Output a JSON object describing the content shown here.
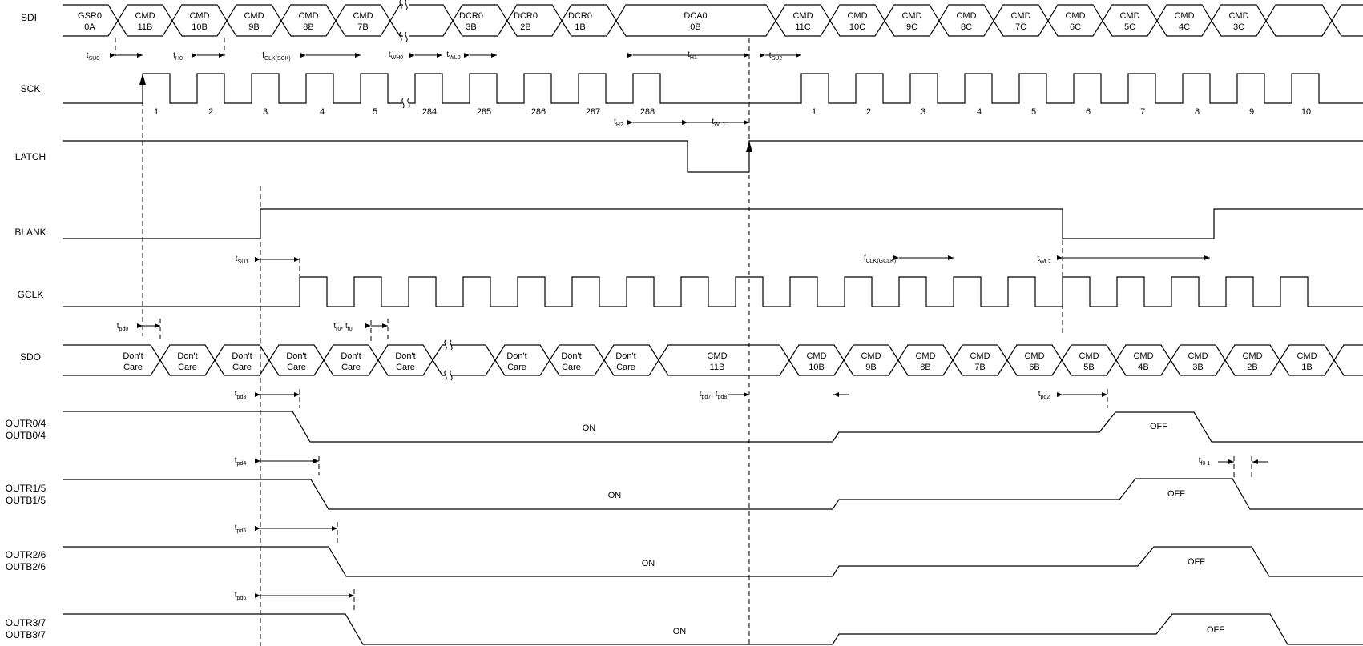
{
  "signals": [
    "SDI",
    "SCK",
    "LATCH",
    "BLANK",
    "GCLK",
    "SDO",
    "OUTR0/4",
    "OUTB0/4",
    "OUTR1/5",
    "OUTB1/5",
    "OUTR2/6",
    "OUTB2/6",
    "OUTR3/7",
    "OUTB3/7"
  ],
  "sdi_cells": [
    [
      "GSR0",
      "0A"
    ],
    [
      "CMD",
      "11B"
    ],
    [
      "CMD",
      "10B"
    ],
    [
      "CMD",
      "9B"
    ],
    [
      "CMD",
      "8B"
    ],
    [
      "CMD",
      "7B"
    ],
    [
      "DCR0",
      "3B"
    ],
    [
      "DCR0",
      "2B"
    ],
    [
      "DCR0",
      "1B"
    ],
    [
      "DCA0",
      "0B"
    ],
    [
      "CMD",
      "11C"
    ],
    [
      "CMD",
      "10C"
    ],
    [
      "CMD",
      "9C"
    ],
    [
      "CMD",
      "8C"
    ],
    [
      "CMD",
      "7C"
    ],
    [
      "CMD",
      "6C"
    ],
    [
      "CMD",
      "5C"
    ],
    [
      "CMD",
      "4C"
    ],
    [
      "CMD",
      "3C"
    ]
  ],
  "sck_labels_first": [
    "1",
    "2",
    "3",
    "4",
    "5",
    "284",
    "285",
    "286",
    "287",
    "288"
  ],
  "sck_labels_second": [
    "1",
    "2",
    "3",
    "4",
    "5",
    "6",
    "7",
    "8",
    "9",
    "10"
  ],
  "sdo_cells": [
    [
      "Don't",
      "Care"
    ],
    [
      "Don't",
      "Care"
    ],
    [
      "Don't",
      "Care"
    ],
    [
      "Don't",
      "Care"
    ],
    [
      "Don't",
      "Care"
    ],
    [
      "Don't",
      "Care"
    ],
    [
      "Don't",
      "Care"
    ],
    [
      "Don't",
      "Care"
    ],
    [
      "Don't",
      "Care"
    ],
    [
      "CMD",
      "11B"
    ],
    [
      "CMD",
      "10B"
    ],
    [
      "CMD",
      "9B"
    ],
    [
      "CMD",
      "8B"
    ],
    [
      "CMD",
      "7B"
    ],
    [
      "CMD",
      "6B"
    ],
    [
      "CMD",
      "5B"
    ],
    [
      "CMD",
      "4B"
    ],
    [
      "CMD",
      "3B"
    ],
    [
      "CMD",
      "2B"
    ],
    [
      "CMD",
      "1B"
    ]
  ],
  "timing": {
    "tsu0": [
      "t",
      "SU0"
    ],
    "th0": [
      "t",
      "H0"
    ],
    "fclk_sck": [
      "f",
      "CLK(SCK)"
    ],
    "twh0": [
      "t",
      "WH0"
    ],
    "twl0": [
      "t",
      "WL0"
    ],
    "th1": [
      "t",
      "H1"
    ],
    "tsu2": [
      "t",
      "SU2"
    ],
    "th2": [
      "t",
      "H2"
    ],
    "twl1": [
      "t",
      "WL1"
    ],
    "tsu1": [
      "t",
      "SU1"
    ],
    "fclk_gclk": [
      "f",
      "CLK(GCLK)"
    ],
    "twl2": [
      "t",
      "WL2"
    ],
    "tpd0": [
      "t",
      "pd0"
    ],
    "tr_tf": [
      "t",
      "r0",
      ", t",
      "f0"
    ],
    "tpd3": [
      "t",
      "pd3"
    ],
    "tpd7_8": [
      "t",
      "pd7",
      ", t",
      "pd8"
    ],
    "tpd2": [
      "t",
      "pd2"
    ],
    "tpd4": [
      "t",
      "pd4"
    ],
    "tf1": [
      "t",
      "f0 1"
    ],
    "tpd5": [
      "t",
      "pd5"
    ],
    "tpd6": [
      "t",
      "pd6"
    ]
  },
  "state_on": "ON",
  "state_off": "OFF",
  "colors": {
    "line": "#000000",
    "background": "#ffffff"
  }
}
